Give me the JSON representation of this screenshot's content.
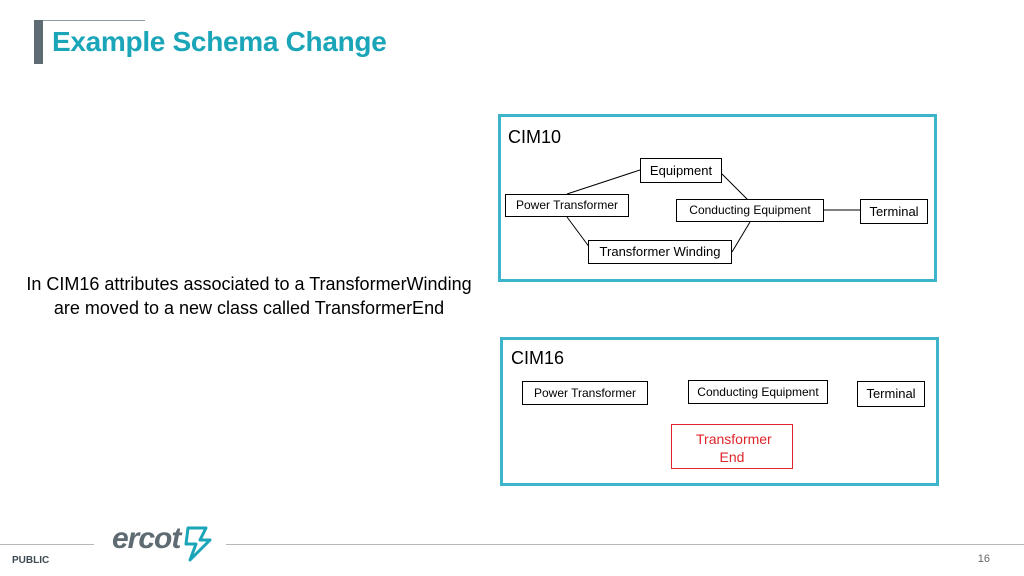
{
  "title": "Example Schema Change",
  "description": "In CIM16 attributes associated to a TransformerWinding are moved to a new class called TransformerEnd",
  "cim10": {
    "label": "CIM10",
    "equipment": "Equipment",
    "power_transformer": "Power Transformer",
    "conducting_equipment": "Conducting Equipment",
    "terminal": "Terminal",
    "transformer_winding": "Transformer Winding"
  },
  "cim16": {
    "label": "CIM16",
    "power_transformer": "Power Transformer",
    "conducting_equipment": "Conducting Equipment",
    "terminal": "Terminal",
    "transformer_end": "Transformer End"
  },
  "footer": {
    "logo_text": "ercot",
    "classification": "PUBLIC",
    "page_number": "16"
  },
  "colors": {
    "title": "#1aa5b8",
    "panel_border": "#3cb4c9",
    "highlight": "#e0262a"
  }
}
